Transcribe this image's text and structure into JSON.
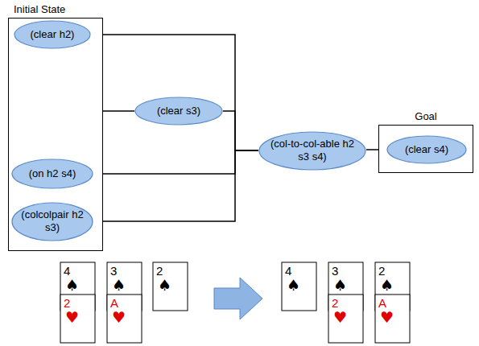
{
  "diagram": {
    "nodes": [
      {
        "text": [
          "Initial State"
        ]
      },
      {
        "text": [
          "(clear h2)"
        ],
        "in": 0
      },
      {
        "text": [
          "(on h2 s4)"
        ],
        "in": 0
      },
      {
        "text": [
          "(colcolpair h2 s3)"
        ],
        "in": 0
      },
      {
        "text": [
          "(clear s3)"
        ]
      },
      {
        "text": [
          "(col-to-col-able h2 s3 s4)"
        ]
      },
      {
        "text": [
          "Goal"
        ]
      },
      {
        "text": [
          "(clear s4)"
        ],
        "in": 6
      }
    ],
    "edges": [
      {
        "from": 1,
        "to": 5,
        "arrow": "none"
      },
      {
        "from": 0,
        "to": 4,
        "arrow": "none"
      },
      {
        "from": 4,
        "to": 5,
        "arrow": "none"
      },
      {
        "from": 2,
        "to": 5,
        "arrow": "none"
      },
      {
        "from": 3,
        "to": 5,
        "arrow": "none"
      },
      {
        "from": 5,
        "to": 7,
        "arrow": "none"
      }
    ],
    "labels": [
      "4",
      "♠",
      "2",
      "♥",
      "3",
      "♠",
      "A",
      "♥",
      "2",
      "♠",
      "4",
      "♠",
      "3",
      "♠",
      "2",
      "♥",
      "2",
      "♠",
      "A",
      "♥"
    ]
  }
}
